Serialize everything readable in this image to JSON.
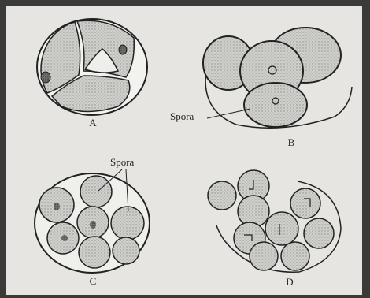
{
  "figure": {
    "panels": [
      {
        "id": "A",
        "label": "A"
      },
      {
        "id": "B",
        "label": "B",
        "annotation": "Spora"
      },
      {
        "id": "C",
        "label": "C",
        "annotation": "Spora"
      },
      {
        "id": "D",
        "label": "D"
      }
    ]
  }
}
